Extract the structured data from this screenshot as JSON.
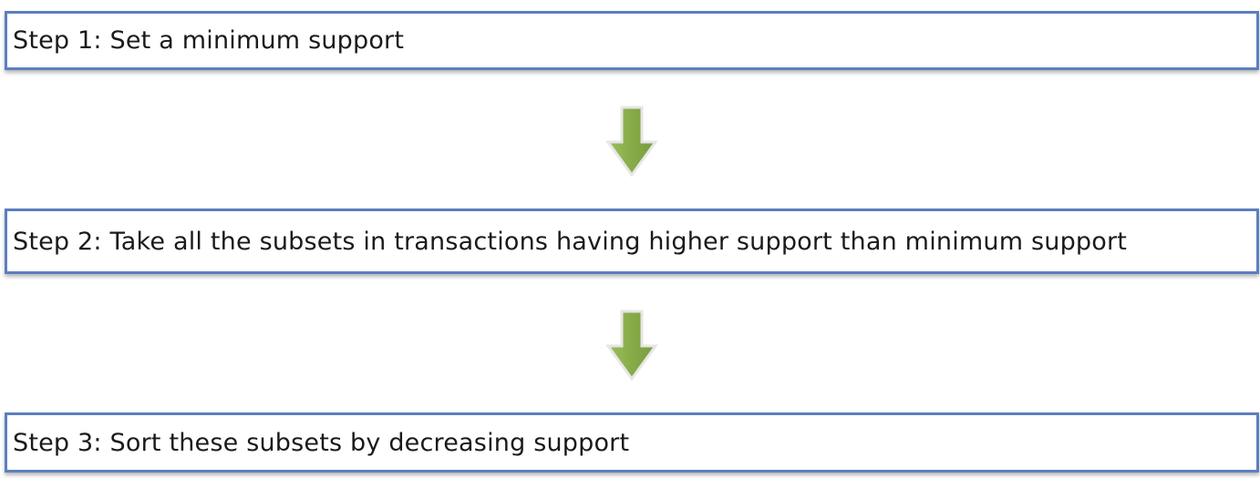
{
  "steps": [
    {
      "label": "Step 1: Set a minimum support"
    },
    {
      "label": "Step 2: Take all the subsets in transactions having higher support than minimum support"
    },
    {
      "label": "Step 3: Sort these subsets by decreasing support"
    }
  ],
  "colors": {
    "box_border": "#5b7fbf",
    "arrow_fill": "#8db04f",
    "text": "#1a1a1a"
  },
  "icons": {
    "connector": "down-arrow-icon"
  }
}
